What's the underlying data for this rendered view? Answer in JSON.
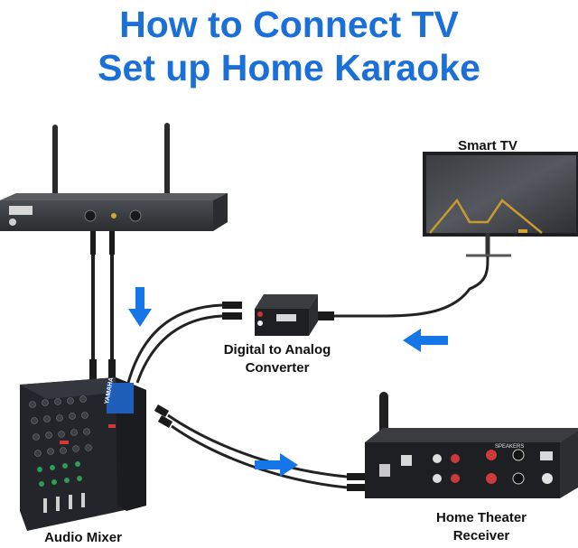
{
  "title": {
    "line1": "How to Connect TV",
    "line2": "Set up Home Karaoke"
  },
  "labels": {
    "smart_tv": "Smart TV",
    "converter_line1": "Digital to Analog",
    "converter_line2": "Converter",
    "mixer": "Audio Mixer",
    "receiver_line1": "Home Theater",
    "receiver_line2": "Receiver"
  },
  "devices": {
    "mixer_brand": "YAMAHA",
    "receiver_speakers": "SPEAKERS"
  },
  "colors": {
    "title": "#1a6fd8",
    "arrow": "#1576e8",
    "device_dark": "#1d1f22",
    "cable": "#2a2a2a"
  },
  "icons": [
    "arrow-down-icon",
    "arrow-left-icon",
    "arrow-right-icon"
  ]
}
